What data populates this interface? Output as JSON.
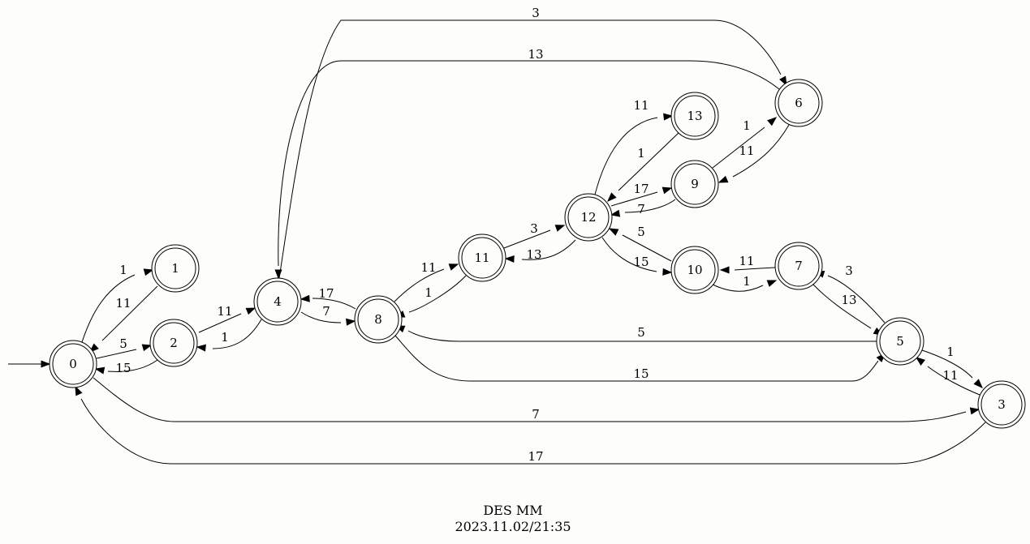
{
  "diagram": {
    "type": "state-machine",
    "initial_state": "0",
    "states": [
      {
        "id": "0",
        "label": "0",
        "accepting": true
      },
      {
        "id": "1",
        "label": "1",
        "accepting": true
      },
      {
        "id": "2",
        "label": "2",
        "accepting": true
      },
      {
        "id": "3",
        "label": "3",
        "accepting": true
      },
      {
        "id": "4",
        "label": "4",
        "accepting": true
      },
      {
        "id": "5",
        "label": "5",
        "accepting": true
      },
      {
        "id": "6",
        "label": "6",
        "accepting": true
      },
      {
        "id": "7",
        "label": "7",
        "accepting": true
      },
      {
        "id": "8",
        "label": "8",
        "accepting": true
      },
      {
        "id": "9",
        "label": "9",
        "accepting": true
      },
      {
        "id": "10",
        "label": "10",
        "accepting": true
      },
      {
        "id": "11",
        "label": "11",
        "accepting": true
      },
      {
        "id": "12",
        "label": "12",
        "accepting": true
      },
      {
        "id": "13",
        "label": "13",
        "accepting": true
      }
    ],
    "transitions": [
      {
        "from": "0",
        "to": "1",
        "label": "1"
      },
      {
        "from": "1",
        "to": "0",
        "label": "11"
      },
      {
        "from": "0",
        "to": "2",
        "label": "5"
      },
      {
        "from": "2",
        "to": "0",
        "label": "15"
      },
      {
        "from": "2",
        "to": "4",
        "label": "11"
      },
      {
        "from": "4",
        "to": "2",
        "label": "1"
      },
      {
        "from": "4",
        "to": "8",
        "label": "7"
      },
      {
        "from": "8",
        "to": "4",
        "label": "17"
      },
      {
        "from": "8",
        "to": "11",
        "label": "11"
      },
      {
        "from": "11",
        "to": "8",
        "label": "1"
      },
      {
        "from": "11",
        "to": "12",
        "label": "3"
      },
      {
        "from": "12",
        "to": "11",
        "label": "13"
      },
      {
        "from": "12",
        "to": "13",
        "label": "11"
      },
      {
        "from": "13",
        "to": "12",
        "label": "1"
      },
      {
        "from": "12",
        "to": "9",
        "label": "17"
      },
      {
        "from": "9",
        "to": "12",
        "label": "7"
      },
      {
        "from": "12",
        "to": "10",
        "label": "15"
      },
      {
        "from": "10",
        "to": "12",
        "label": "5"
      },
      {
        "from": "9",
        "to": "6",
        "label": "1"
      },
      {
        "from": "6",
        "to": "9",
        "label": "11"
      },
      {
        "from": "4",
        "to": "6",
        "label": "3"
      },
      {
        "from": "6",
        "to": "4",
        "label": "13"
      },
      {
        "from": "10",
        "to": "7",
        "label": "1"
      },
      {
        "from": "7",
        "to": "10",
        "label": "11"
      },
      {
        "from": "7",
        "to": "5",
        "label": "13"
      },
      {
        "from": "5",
        "to": "7",
        "label": "3"
      },
      {
        "from": "5",
        "to": "8",
        "label": "5"
      },
      {
        "from": "8",
        "to": "5",
        "label": "15"
      },
      {
        "from": "5",
        "to": "3",
        "label": "1"
      },
      {
        "from": "3",
        "to": "5",
        "label": "11"
      },
      {
        "from": "0",
        "to": "3",
        "label": "7"
      },
      {
        "from": "3",
        "to": "0",
        "label": "17"
      }
    ]
  },
  "caption": {
    "line1": "DES MM",
    "line2": "2023.11.02/21:35"
  }
}
